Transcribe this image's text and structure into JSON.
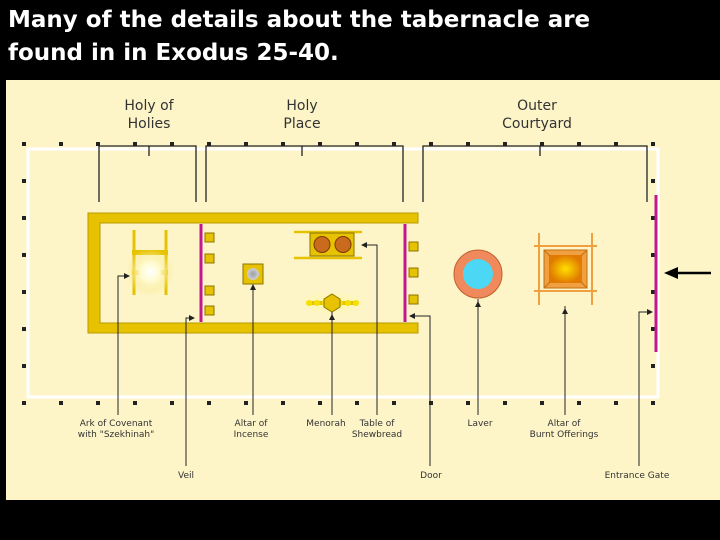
{
  "slide": {
    "title": "Many of the details about the tabernacle are\nfound in in Exodus 25-40."
  },
  "diagram": {
    "sections": {
      "holy_of_holies": [
        "Holy of",
        "Holies"
      ],
      "holy_place": [
        "Holy",
        "Place"
      ],
      "outer_courtyard": [
        "Outer",
        "Courtyard"
      ]
    },
    "labels": {
      "ark": [
        "Ark of Covenant",
        "with \"Szekhinah\""
      ],
      "altar_incense": [
        "Altar of",
        "Incense"
      ],
      "menorah": [
        "Menorah"
      ],
      "table": [
        "Table of",
        "Shewbread"
      ],
      "laver": [
        "Laver"
      ],
      "altar_burnt": [
        "Altar of",
        "Burnt Offerings"
      ],
      "veil": [
        "Veil"
      ],
      "door": [
        "Door"
      ],
      "entrance_gate": [
        "Entrance Gate"
      ]
    },
    "colors": {
      "panel_bg": "#fdf5c8",
      "gold": "#e6c200",
      "veil": "#c2188f",
      "laver_ring": "#f08a5c",
      "laver_water": "#4cd8f5",
      "altar": "#f0a040",
      "line": "#222222"
    }
  }
}
